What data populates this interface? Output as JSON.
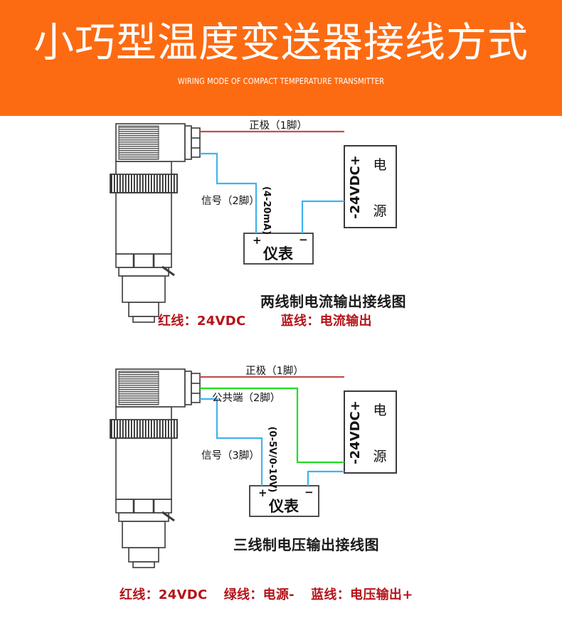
{
  "header": {
    "title": "小巧型温度变送器接线方式",
    "subtitle": "WIRING MODE OF COMPACT TEMPERATURE TRANSMITTER",
    "background_color": "#FC6B12",
    "text_color": "#FFFFFF"
  },
  "colors": {
    "red_wire": "#C0504D",
    "blue_wire": "#3FB3EF",
    "green_wire": "#22DD22",
    "outline": "#3A3A3A",
    "caption_red": "#B51319",
    "caption_black": "#1A1A1A"
  },
  "diagram1": {
    "name": "two-wire-current-output",
    "labels": {
      "positive_wire": "正极（1脚）",
      "signal_wire": "信号（2脚）",
      "range": "(4-20mA)",
      "meter": "仪表",
      "meter_plus": "+",
      "meter_minus": "−",
      "power_supply_range": "-24VDC+",
      "power_supply_char1": "电",
      "power_supply_char2": "源"
    },
    "caption": {
      "title": "两线制电流输出接线图",
      "legend_red": "红线：24VDC",
      "legend_blue": "蓝线：电流输出"
    }
  },
  "diagram2": {
    "name": "three-wire-voltage-output",
    "labels": {
      "positive_wire": "正极（1脚）",
      "common_wire": "公共端（2脚）",
      "signal_wire": "信号（3脚）",
      "range": "(0-5V/0-10V)",
      "meter": "仪表",
      "meter_plus": "+",
      "meter_minus": "−",
      "power_supply_range": "-24VDC+",
      "power_supply_char1": "电",
      "power_supply_char2": "源"
    },
    "caption": {
      "title": "三线制电压输出接线图",
      "legend_red": "红线：24VDC",
      "legend_green": "绿线：电源-",
      "legend_blue": "蓝线：电压输出+"
    }
  }
}
